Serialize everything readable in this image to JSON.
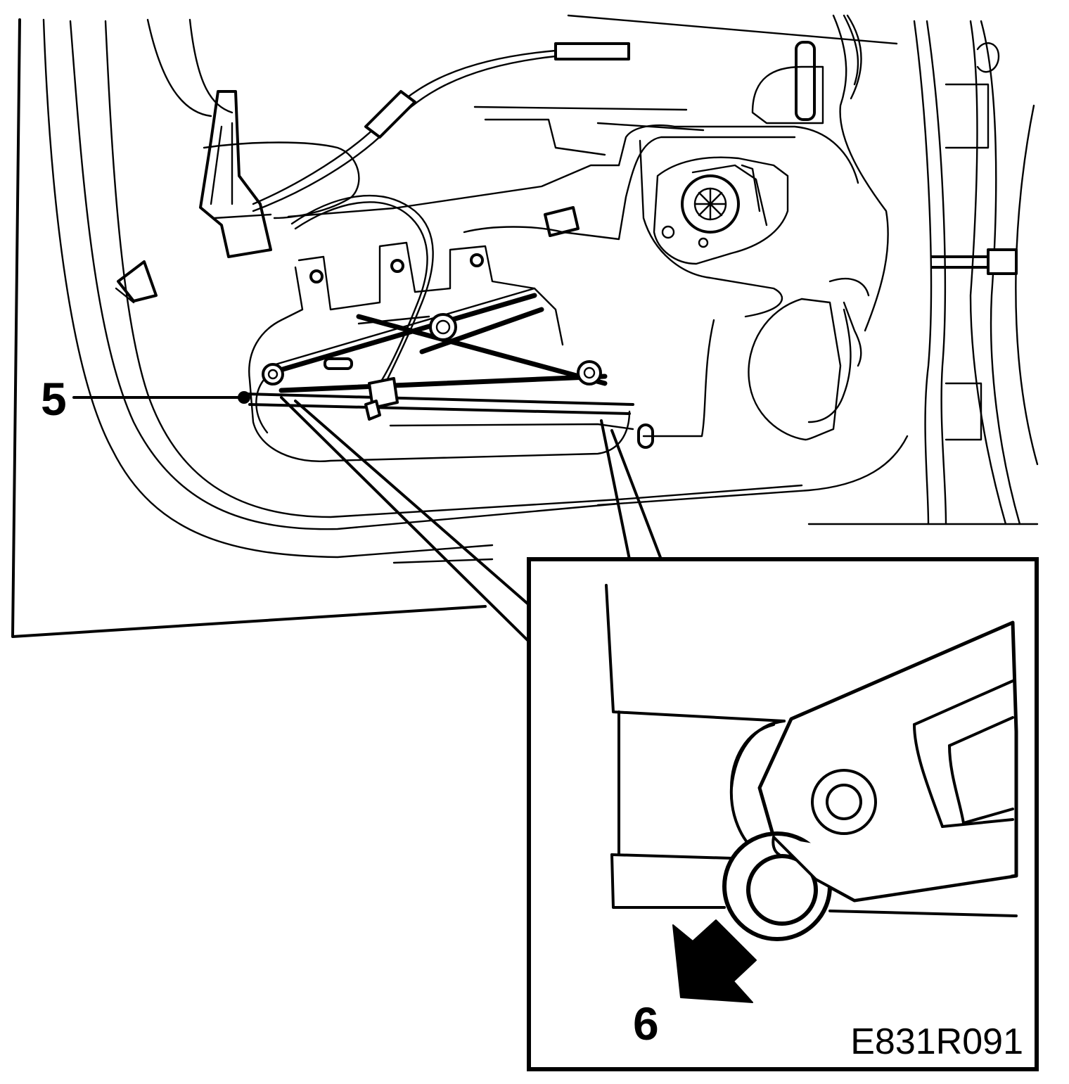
{
  "figure": {
    "callouts": [
      {
        "id": "5",
        "label": "5"
      },
      {
        "id": "6",
        "label": "6"
      }
    ],
    "code": "E831R091",
    "colors": {
      "line": "#000000",
      "background": "#ffffff"
    }
  }
}
